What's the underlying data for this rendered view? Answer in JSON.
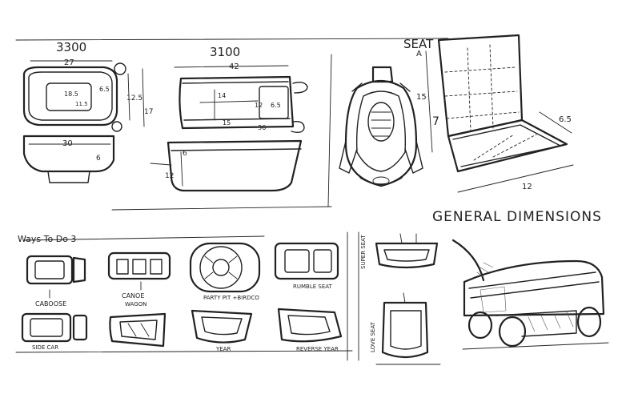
{
  "labels": {
    "top_left_total": "3300",
    "top_left_width": "27",
    "top_left_inner_w": "18.5",
    "top_left_inner_h": "11.5",
    "top_left_small": "6.5",
    "top_left_side_a": "12.5",
    "top_left_side_b": "17",
    "top_left_side_c": "30",
    "top_left_side_d": "6",
    "top_mid_total": "3100",
    "top_mid_width": "42",
    "top_mid_a": "14",
    "top_mid_b": "12",
    "top_mid_c": "6.5",
    "top_mid_d": "15",
    "top_mid_e": "36",
    "top_mid_side_a": "6",
    "top_mid_side_b": "12",
    "seat_title": "SEAT",
    "seat_a": "A",
    "seat_15": "15",
    "seat_7": "7",
    "seat_65": "6.5",
    "seat_12": "12",
    "general_dims": "GENERAL DIMENSIONS",
    "ways_to_do": "Ways To Do 3",
    "caboose": "CABOOSE",
    "canoe": "CANOE",
    "wagon": "WAGON",
    "party_pit": "PARTY PIT +BIRDCO",
    "rumble_seat": "RUMBLE SEAT",
    "side_car": "SIDE CAR",
    "year": "YEAR",
    "reverse_year": "REVERSE YEAR",
    "super_seat": "SUPER SEAT",
    "love_seat": "LOVE SEAT"
  }
}
